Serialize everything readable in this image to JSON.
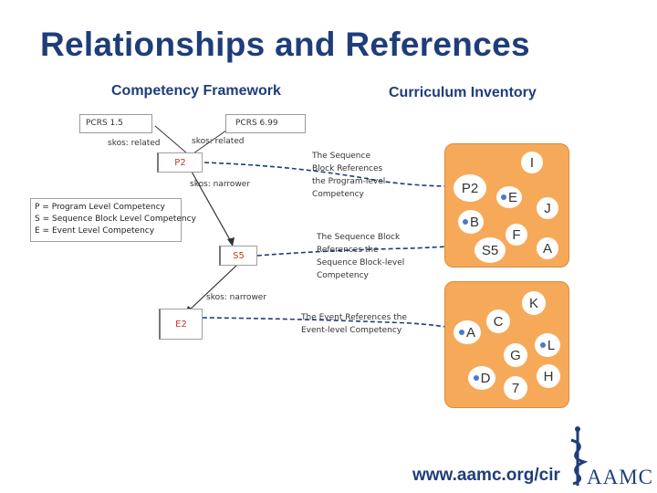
{
  "title": "Relationships and References",
  "left_heading": "Competency Framework",
  "right_heading": "Curriculum Inventory",
  "framework": {
    "pcrs_left": "PCRS 1.5",
    "pcrs_right": "PCRS 6.99",
    "skos_related_left": "skos: related",
    "skos_related_right": "skos: related",
    "skos_narrower_1": "skos: narrower",
    "skos_narrower_2": "skos: narrower",
    "p2": "P2",
    "s5": "S5",
    "e2": "E2",
    "legend": [
      "P = Program Level Competency",
      "S = Sequence Block Level Competency",
      "E = Event Level Competency"
    ]
  },
  "annotations": {
    "program": [
      "The Sequence",
      "Block References",
      "the Program-level",
      "Competency"
    ],
    "sequence": [
      "The Sequence Block",
      "References the",
      "Sequence Block-level",
      "Competency"
    ],
    "event": [
      "The Event References the",
      "Event-level Competency"
    ]
  },
  "inventory": {
    "top_panel": {
      "nodes": {
        "i": "I",
        "p2": "P2",
        "e": "E",
        "j": "J",
        "b": "B",
        "f": "F",
        "s5": "S5",
        "a": "A"
      }
    },
    "bottom_panel": {
      "nodes": {
        "k": "K",
        "a": "A",
        "c": "C",
        "g": "G",
        "l": "L",
        "d": "D",
        "seven": "7",
        "h": "H"
      }
    }
  },
  "footer": {
    "url": "www.aamc.org/cir",
    "logo_text": "AAMC"
  },
  "colors": {
    "title": "#1f3d7a",
    "panel": "#f7a95a",
    "panel_border": "#d98a3c",
    "node_label": "#c0392b",
    "dot": "#4a7ac2"
  }
}
